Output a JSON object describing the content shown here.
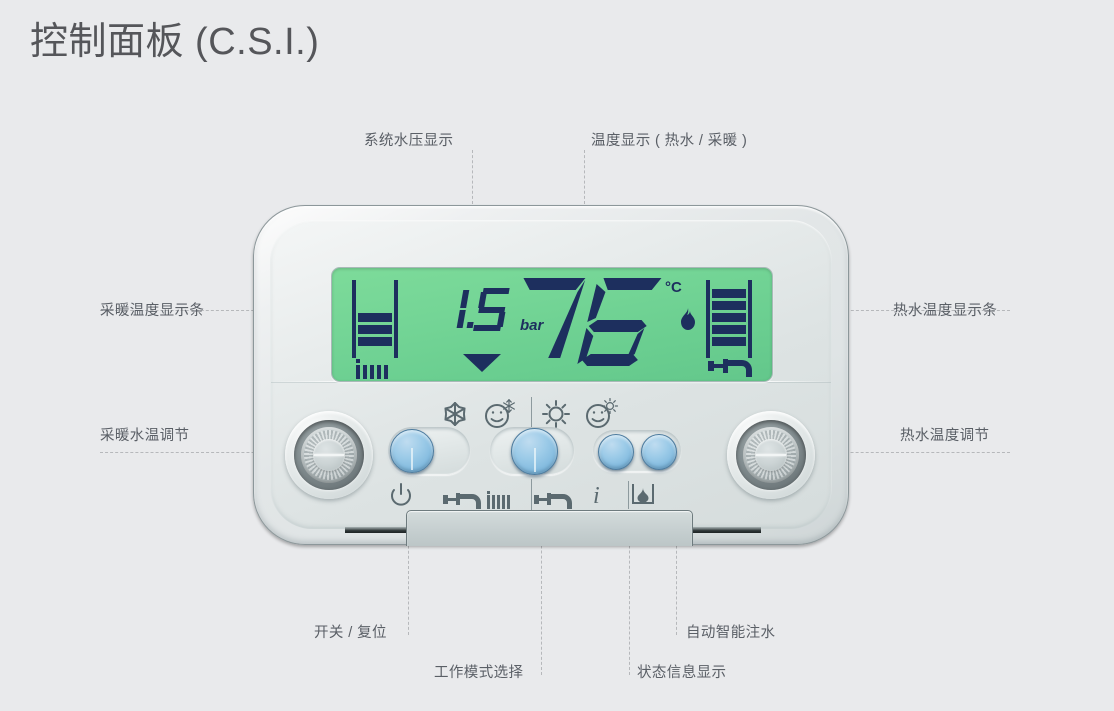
{
  "page": {
    "title": "控制面板 (C.S.I.)",
    "background_color": "#e9eaec",
    "title_color": "#55565a"
  },
  "callouts": {
    "top_left": "系统水压显示",
    "top_right": "温度显示 ( 热水 / 采暖 )",
    "left_upper": "采暖温度显示条",
    "left_lower": "采暖水温调节",
    "right_upper": "热水温度显示条",
    "right_lower": "热水温度调节",
    "bottom_1": "开关 / 复位",
    "bottom_2": "工作模式选择",
    "bottom_3": "状态信息显示",
    "bottom_4": "自动智能注水"
  },
  "lcd": {
    "background_color": "#74d596",
    "ink_color": "#1d2f5e",
    "pressure_value": "1.5",
    "pressure_unit": "bar",
    "temperature_value": "76",
    "temperature_unit": "°C",
    "flame_icon": "flame-icon",
    "mode_arrow_icon": "down-triangle-icon",
    "heating_bar": {
      "icon": "radiator-icon",
      "segments_total": 5,
      "segments_filled": 3
    },
    "hotwater_bar": {
      "icon": "faucet-icon",
      "segments_total": 5,
      "segments_filled": 5
    }
  },
  "controls": {
    "heating_knob": {
      "name": "采暖水温调节",
      "icon": "rotary-knob-icon"
    },
    "hotwater_knob": {
      "name": "热水温度调节",
      "icon": "rotary-knob-icon"
    },
    "power_button": {
      "icon": "power-icon",
      "accent_color": "#8cc3e4"
    },
    "mode_button": {
      "icon": "mode-selector-icon",
      "accent_color": "#8cc3e4"
    },
    "info_button": {
      "icon": "info-i-icon",
      "accent_color": "#8cc3e4"
    },
    "fill_button": {
      "icon": "water-drop-icon",
      "accent_color": "#8cc3e4"
    },
    "mode_icons": [
      {
        "icon": "snowflake-icon",
        "meaning": "winter-off"
      },
      {
        "icon": "smiley-snowflake-icon",
        "meaning": "winter-comfort"
      },
      {
        "icon": "sun-icon",
        "meaning": "summer-off"
      },
      {
        "icon": "smiley-sun-icon",
        "meaning": "summer-comfort"
      }
    ],
    "function_icons": [
      {
        "icon": "power-icon",
        "meaning": "开关 / 复位"
      },
      {
        "icon": "faucet-radiator-icon",
        "meaning": "热水+采暖"
      },
      {
        "icon": "faucet-icon",
        "meaning": "热水"
      },
      {
        "icon": "info-i-icon",
        "meaning": "状态信息显示"
      },
      {
        "icon": "water-drop-bracket-icon",
        "meaning": "自动智能注水"
      }
    ]
  }
}
